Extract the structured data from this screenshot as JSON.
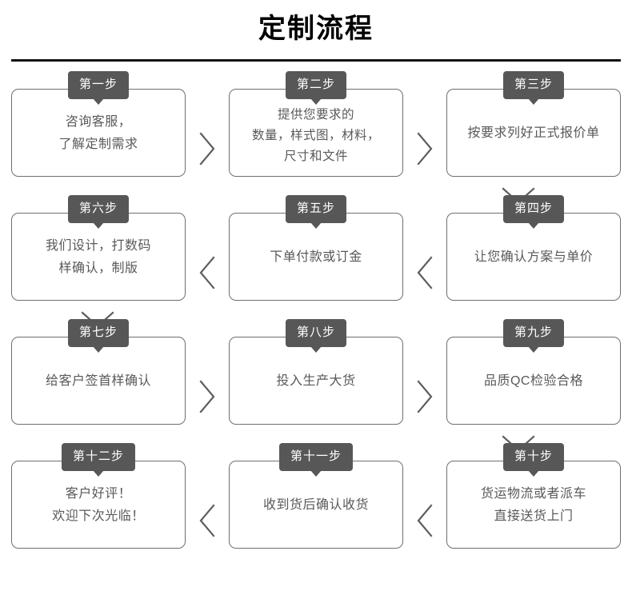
{
  "header": {
    "title": "定制流程"
  },
  "colors": {
    "badge_bg": "#575757",
    "badge_text": "#ffffff",
    "card_border": "#6f6f6f",
    "card_text": "#59595b",
    "rule": "#111111",
    "page_bg": "#ffffff"
  },
  "flow": {
    "rows": [
      {
        "direction": "left-to-right",
        "cards": [
          {
            "badge": "第一步",
            "lines": [
              "咨询客服，",
              "了解定制需求"
            ]
          },
          {
            "badge": "第二步",
            "lines": [
              "提供您要求的",
              "数量，样式图，材料，",
              "尺寸和文件"
            ]
          },
          {
            "badge": "第三步",
            "lines": [
              "按要求列好正式报价单"
            ]
          }
        ]
      },
      {
        "direction": "right-to-left",
        "cards": [
          {
            "badge": "第六步",
            "lines": [
              "我们设计，打数码",
              "样确认，制版"
            ]
          },
          {
            "badge": "第五步",
            "lines": [
              "下单付款或订金"
            ]
          },
          {
            "badge": "第四步",
            "lines": [
              "让您确认方案与单价"
            ]
          }
        ]
      },
      {
        "direction": "left-to-right",
        "cards": [
          {
            "badge": "第七步",
            "lines": [
              "给客户签首样确认"
            ]
          },
          {
            "badge": "第八步",
            "lines": [
              "投入生产大货"
            ]
          },
          {
            "badge": "第九步",
            "lines": [
              "品质QC检验合格"
            ]
          }
        ]
      },
      {
        "direction": "right-to-left",
        "cards": [
          {
            "badge": "第十二步",
            "lines": [
              "客户好评！",
              "欢迎下次光临！"
            ]
          },
          {
            "badge": "第十一步",
            "lines": [
              "收到货后确认收货"
            ]
          },
          {
            "badge": "第十步",
            "lines": [
              "货运物流或者派车",
              "直接送货上门"
            ]
          }
        ]
      }
    ],
    "connectors": {
      "row1_horizontal": [
        "chevron-right-icon",
        "chevron-right-icon"
      ],
      "row2_horizontal": [
        "chevron-left-icon",
        "chevron-left-icon"
      ],
      "row3_horizontal": [
        "chevron-right-icon",
        "chevron-right-icon"
      ],
      "row4_horizontal": [
        "chevron-left-icon",
        "chevron-left-icon"
      ],
      "vertical": [
        "chevron-down-icon",
        "chevron-down-icon",
        "chevron-down-icon"
      ]
    }
  }
}
